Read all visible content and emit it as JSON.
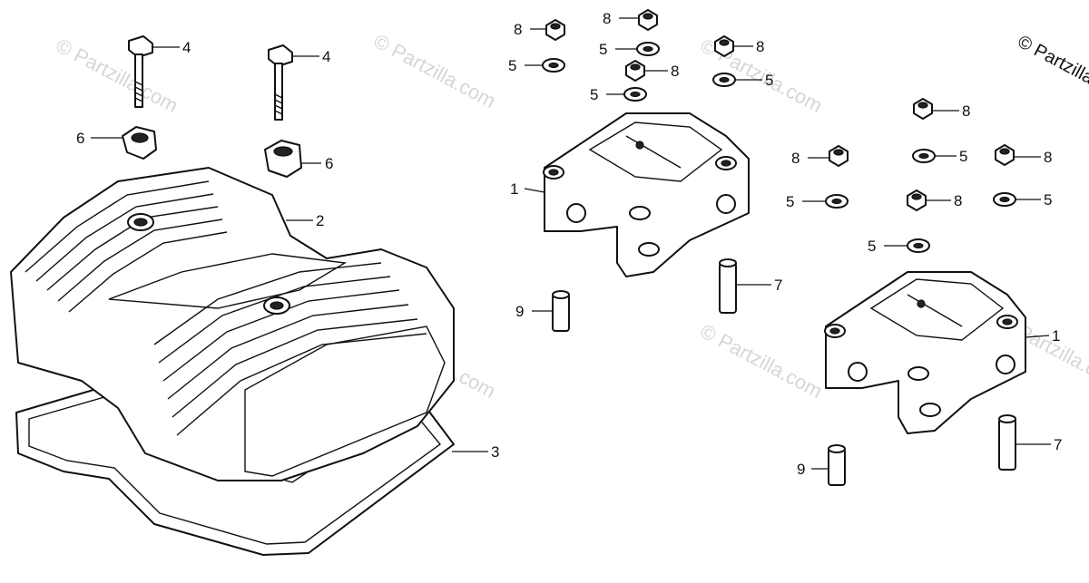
{
  "copyright": "© Partzilla",
  "watermark": "© Partzilla.com",
  "callouts": {
    "c1a": "1",
    "c1b": "1",
    "c2": "2",
    "c3": "3",
    "c4a": "4",
    "c4b": "4",
    "c5a": "5",
    "c5b": "5",
    "c5c": "5",
    "c5d": "5",
    "c5e": "5",
    "c5f": "5",
    "c5g": "5",
    "c5h": "5",
    "c6a": "6",
    "c6b": "6",
    "c7a": "7",
    "c7b": "7",
    "c8a": "8",
    "c8b": "8",
    "c8c": "8",
    "c8d": "8",
    "c8e": "8",
    "c8f": "8",
    "c8g": "8",
    "c8h": "8",
    "c9a": "9",
    "c9b": "9"
  },
  "icons": {
    "cylinder_head_cover": "cylinder-head-cover-icon",
    "gasket": "gasket-icon",
    "rocker_holder": "rocker-arm-holder-icon",
    "bolt": "bolt-icon",
    "washer": "washer-icon",
    "nut": "cap-nut-icon",
    "dowel": "dowel-pin-icon",
    "grommet": "grommet-icon"
  }
}
